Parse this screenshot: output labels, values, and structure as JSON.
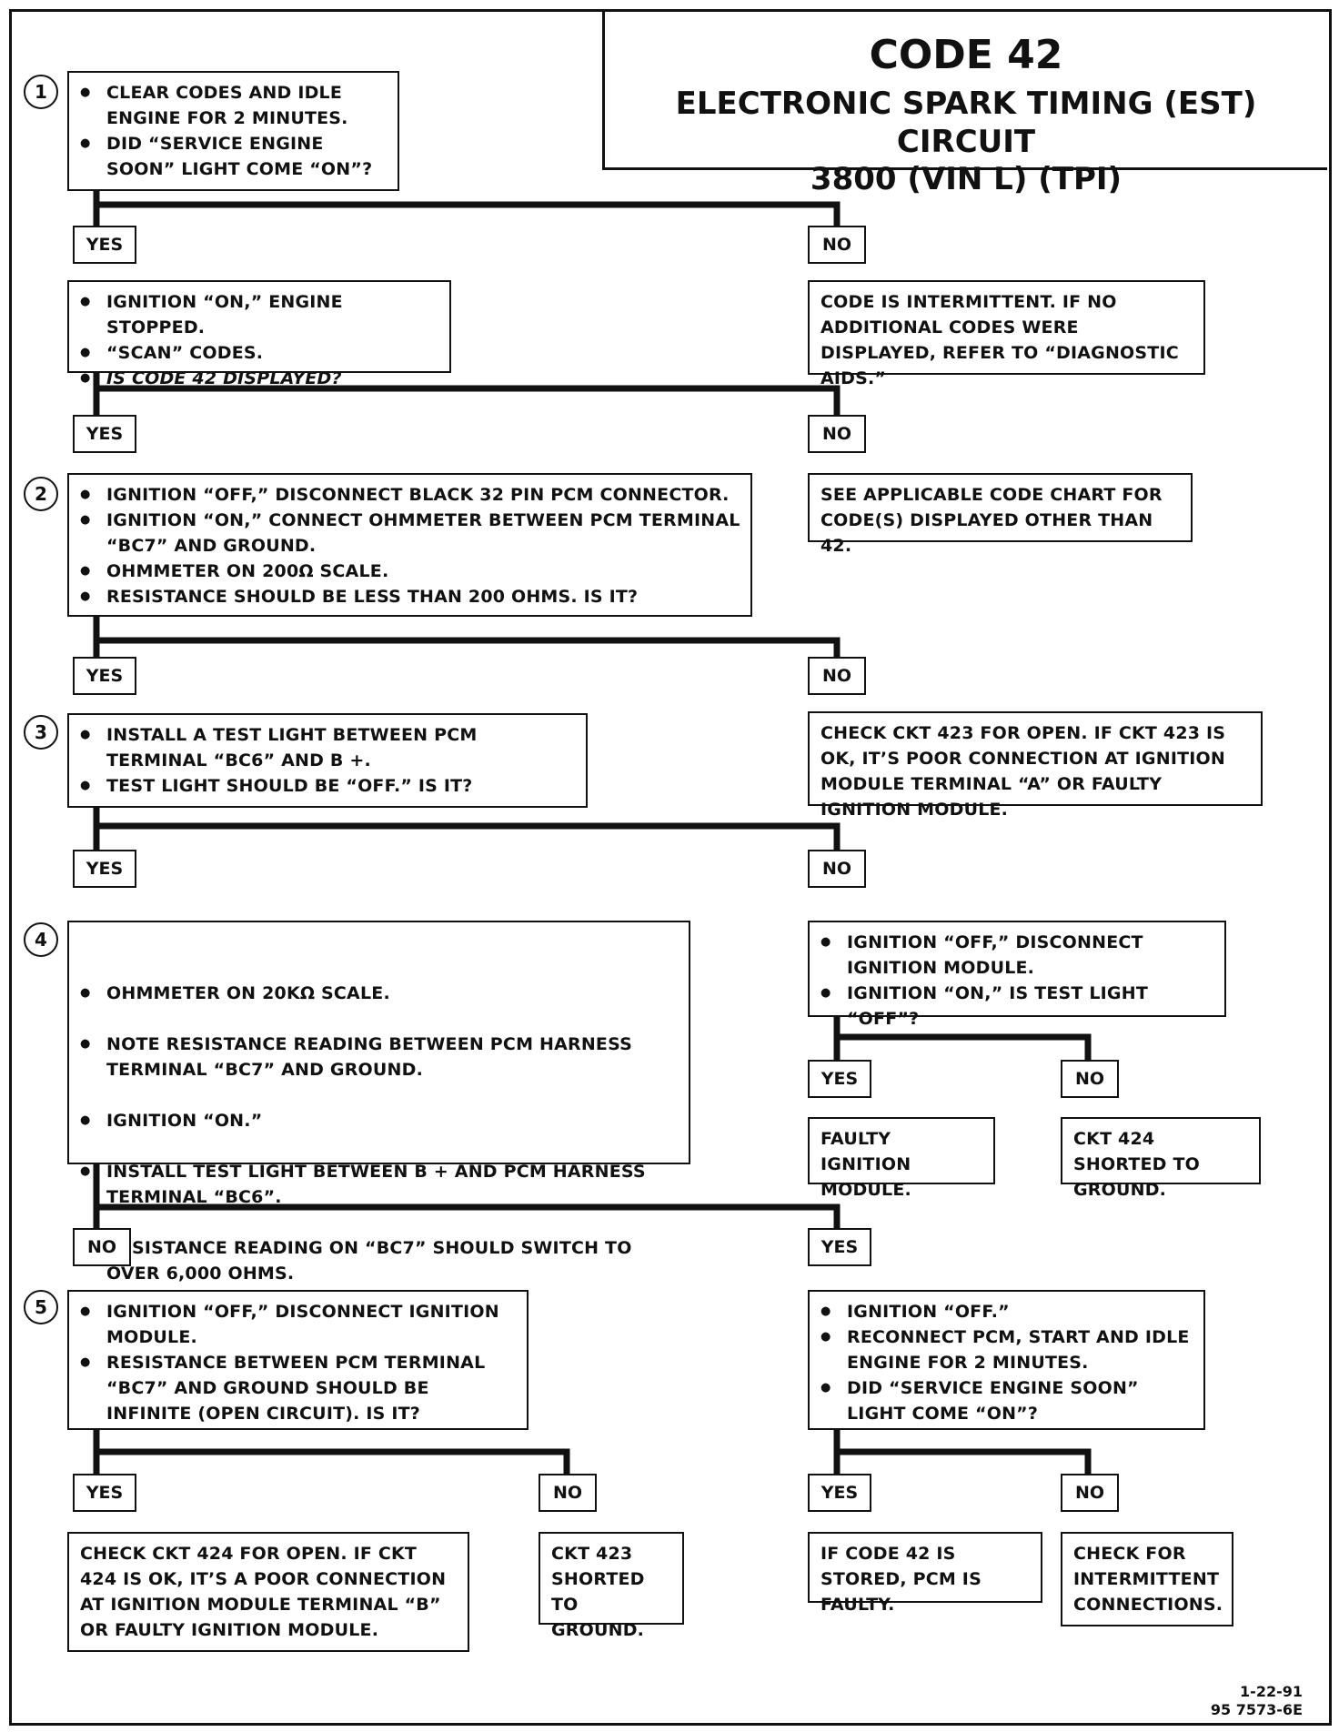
{
  "title": {
    "code": "CODE 42",
    "main": "ELECTRONIC SPARK TIMING (EST) CIRCUIT",
    "sub": "3800  (VIN L)  (TPI)"
  },
  "steps": {
    "s1": "1",
    "s2": "2",
    "s3": "3",
    "s4": "4",
    "s5": "5"
  },
  "labels": {
    "yes": "YES",
    "no": "NO"
  },
  "boxes": {
    "step1": [
      "CLEAR CODES AND IDLE ENGINE FOR 2 MINUTES.",
      "DID “SERVICE ENGINE SOON” LIGHT COME “ON”?"
    ],
    "scan": [
      "IGNITION “ON,” ENGINE STOPPED.",
      "“SCAN” CODES.",
      "IS CODE 42 DISPLAYED?"
    ],
    "intermittent": "CODE IS INTERMITTENT. IF NO ADDITIONAL CODES WERE DISPLAYED, REFER TO “DIAGNOSTIC AIDS.”",
    "step2": [
      "IGNITION “OFF,” DISCONNECT BLACK 32 PIN PCM CONNECTOR.",
      "IGNITION “ON,”  CONNECT OHMMETER BETWEEN PCM TERMINAL “BC7” AND GROUND.",
      "OHMMETER ON 200Ω SCALE.",
      "RESISTANCE SHOULD BE LESS THAN 200 OHMS.  IS IT?"
    ],
    "applicable": "SEE APPLICABLE CODE CHART FOR CODE(S) DISPLAYED OTHER THAN 42.",
    "step3": [
      "INSTALL A TEST LIGHT BETWEEN PCM TERMINAL “BC6” AND B +.",
      "TEST LIGHT SHOULD BE “OFF.”  IS IT?"
    ],
    "ckt423open": "CHECK CKT 423 FOR OPEN.  IF CKT 423 IS OK, IT’S POOR CONNECTION AT IGNITION MODULE TERMINAL “A” OR FAULTY IGNITION MODULE.",
    "step4": [
      "OHMMETER ON 20KΩ SCALE.",
      "NOTE RESISTANCE READING BETWEEN PCM HARNESS TERMINAL “BC7” AND GROUND.",
      "IGNITION “ON.”",
      "INSTALL TEST LIGHT BETWEEN B + AND PCM HARNESS TERMINAL “BC6”.",
      "RESISTANCE READING ON “BC7” SHOULD SWITCH TO OVER 6,000 OHMS.\nDID IT?"
    ],
    "disconnect": [
      "IGNITION “OFF,” DISCONNECT IGNITION MODULE.",
      "IGNITION “ON,” IS TEST LIGHT “OFF”?"
    ],
    "faultymodule": "FAULTY IGNITION MODULE.",
    "ckt424ground": "CKT 424 SHORTED TO GROUND.",
    "step5": [
      "IGNITION “OFF,” DISCONNECT IGNITION MODULE.",
      "RESISTANCE BETWEEN PCM TERMINAL “BC7” AND GROUND SHOULD BE INFINITE (OPEN CIRCUIT).  IS IT?"
    ],
    "reconnect": [
      "IGNITION “OFF.”",
      "RECONNECT PCM, START AND IDLE ENGINE FOR 2 MINUTES.",
      "DID “SERVICE ENGINE SOON” LIGHT COME “ON”?"
    ],
    "ckt424open": "CHECK CKT 424 FOR OPEN.  IF CKT 424 IS OK, IT’S A POOR CONNECTION AT IGNITION MODULE TERMINAL “B” OR FAULTY IGNITION MODULE.",
    "ckt423ground": "CKT 423 SHORTED TO GROUND.",
    "pcmfaulty": "IF CODE 42 IS STORED, PCM IS  FAULTY.",
    "intermittentconn": "CHECK FOR INTERMITTENT CONNECTIONS."
  },
  "footer": {
    "date": "1-22-91",
    "ref": "95 7573-6E"
  }
}
